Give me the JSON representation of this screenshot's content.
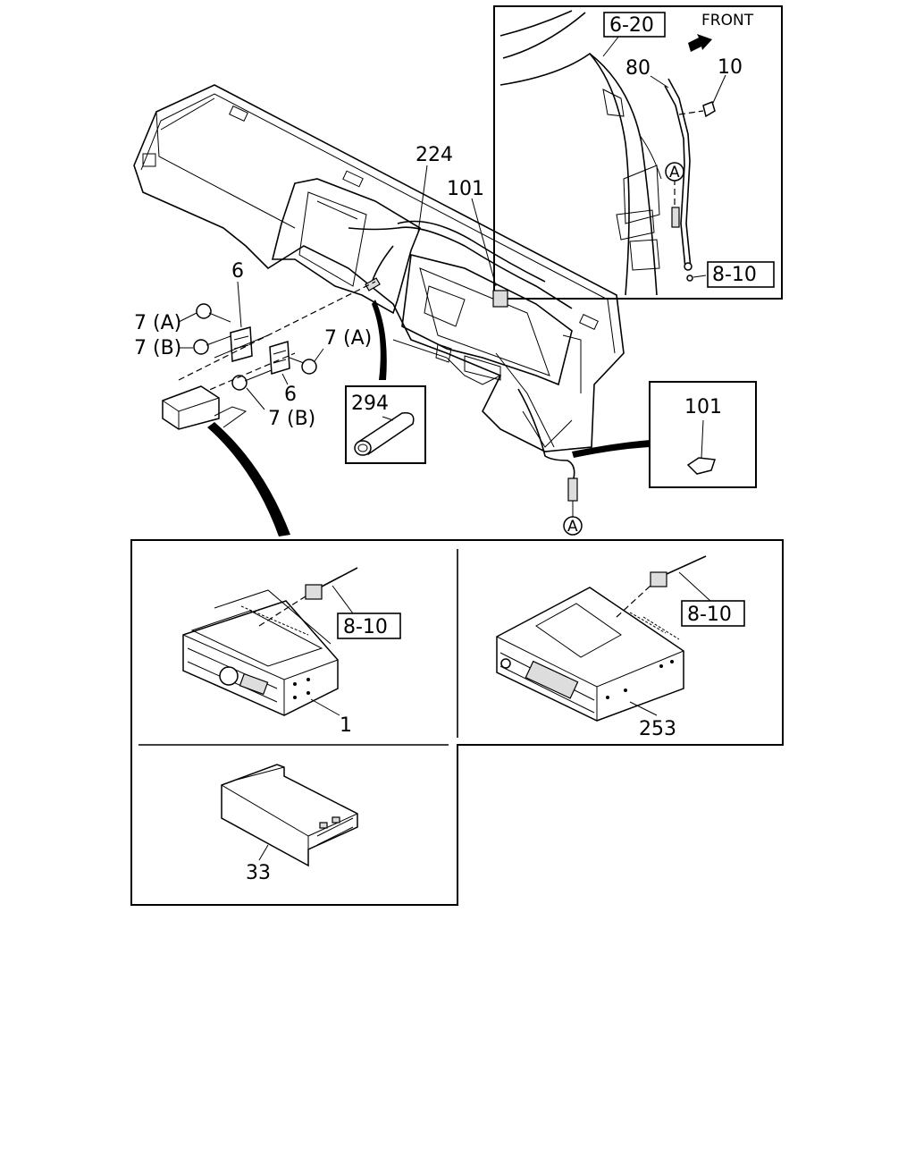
{
  "diagram": {
    "inset_top_right": {
      "ref_box_1": "6-20",
      "direction_label": "FRONT",
      "callouts": [
        "80",
        "10"
      ],
      "ref_box_2": "8-10",
      "connector_marker": "A"
    },
    "dashboard": {
      "callouts": {
        "harness": "224",
        "clip": "101",
        "bracket_left": "6",
        "bracket_right": "6",
        "bolt_a_left": "7 (A)",
        "bolt_b_left": "7 (B)",
        "bolt_a_right": "7 (A)",
        "bolt_b_right": "7 (B)"
      },
      "connector_marker": "A"
    },
    "detail_294": {
      "callout": "294"
    },
    "detail_101": {
      "callout": "101"
    },
    "panel_radio_1": {
      "ref_box": "8-10",
      "callout": "1"
    },
    "panel_radio_253": {
      "ref_box": "8-10",
      "callout": "253"
    },
    "panel_cover_33": {
      "callout": "33"
    }
  }
}
